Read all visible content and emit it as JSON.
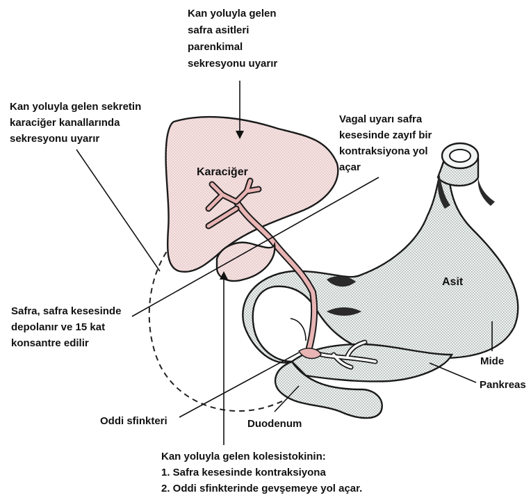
{
  "colors": {
    "liver_fill": "#f6e2e2",
    "duct": "#e8b4b4",
    "gallbladder": "#f0c8c8",
    "stomach_fill": "#e9efec",
    "dark": "#2a2a2a"
  },
  "labels": {
    "bile_acids": [
      "Kan yoluyla gelen",
      "safra asitleri",
      "parenkimal",
      "sekresyonu uyarır"
    ],
    "secretin": [
      "Kan yoluyla gelen sekretin",
      "karaciğer kanallarında",
      "sekresyonu uyarır"
    ],
    "vagal": [
      "Vagal uyarı safra",
      "kesesinde zayıf bir",
      "kontraksiyona yol",
      "açar"
    ],
    "storage": [
      "Safra, safra kesesinde",
      "depolanır ve 15 kat",
      "konsantre edilir"
    ],
    "cck": [
      "Kan yoluyla gelen kolesistokinin:",
      "1. Safra kesesinde kontraksiyona",
      "2. Oddi sfinkterinde gevşemeye yol açar."
    ],
    "liver": "Karaciğer",
    "acid": "Asit",
    "stomach": "Mide",
    "pancreas": "Pankreas",
    "sphincter": "Oddi sfinkteri",
    "duodenum": "Duodenum"
  }
}
